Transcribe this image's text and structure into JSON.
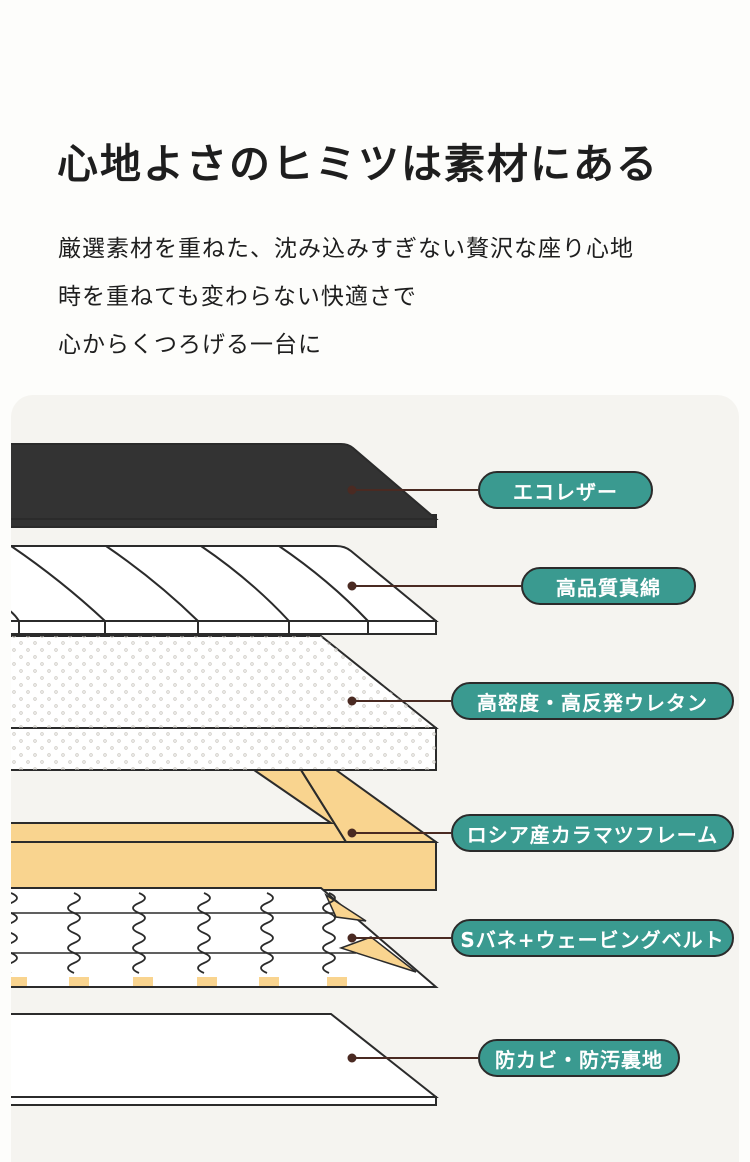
{
  "heading": "心地よさのヒミツは素材にある",
  "intro_lines": [
    "厳選素材を重ねた、沈み込みすぎない贅沢な座り心地",
    "時を重ねても変わらない快適さで",
    "心からくつろげる一台に"
  ],
  "layers": [
    {
      "label": "エコレザー"
    },
    {
      "label": "高品質真綿"
    },
    {
      "label": "高密度・高反発ウレタン"
    },
    {
      "label": "ロシア産カラマツフレーム"
    },
    {
      "label": "Sバネ+ウェービングベルト"
    },
    {
      "label": "防カビ・防汚裏地"
    }
  ],
  "colors": {
    "page_bg": "#fdfdfb",
    "panel_bg": "#f5f4f0",
    "label_bg": "#3a9a90",
    "leather": "#333333",
    "wood": "#f9d48f",
    "outline": "#2b2b2b",
    "leader": "#4a2a22"
  }
}
